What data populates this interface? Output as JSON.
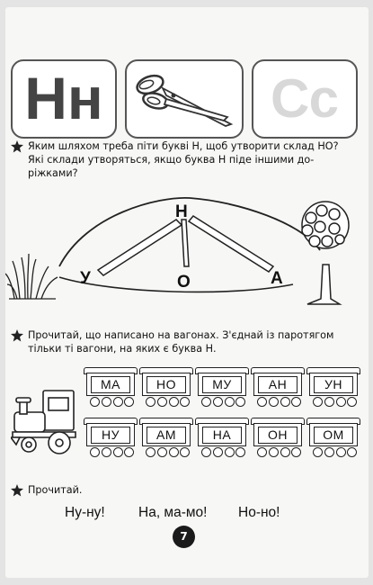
{
  "panels": {
    "letter": "Нн",
    "ghost_letter": "Сс"
  },
  "task1": {
    "lines": [
      "Яким шляхом треба піти букві Н, щоб утворити склад НО?",
      "Які склади утворяться, якщо буква Н піде іншими до-",
      "ріжками?"
    ],
    "letters": {
      "top": "Н",
      "left": "У",
      "middle": "О",
      "right": "А"
    }
  },
  "task2": {
    "lines": [
      "Прочитай, що написано на вагонах. З'єднай із паротягом",
      "тільки ті вагони, на яких є буква Н."
    ],
    "wagons_row1": [
      "МА",
      "НО",
      "МУ",
      "АН",
      "УН"
    ],
    "wagons_row2": [
      "НУ",
      "АМ",
      "НА",
      "ОН",
      "ОМ"
    ]
  },
  "task3": {
    "label": "Прочитай.",
    "phrases": [
      "Ну-ну!",
      "На, ма-мо!",
      "Но-но!"
    ]
  },
  "page_number": "7",
  "colors": {
    "ink": "#111111",
    "panel_border": "#555555",
    "page": "#f7f7f5"
  }
}
